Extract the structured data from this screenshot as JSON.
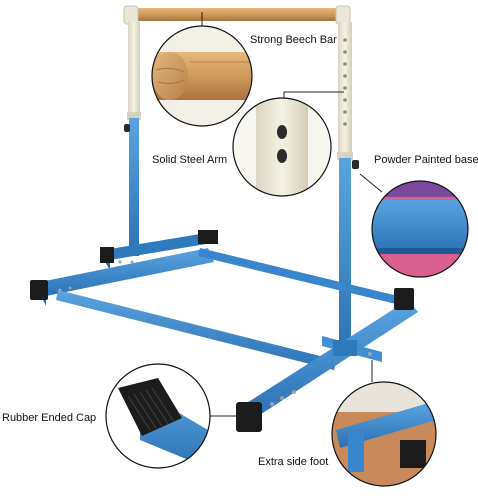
{
  "callouts": {
    "beech_bar": "Strong Beech Bar",
    "steel_arm": "Solid Steel Arm",
    "painted_base": "Powder Painted base",
    "rubber_cap": "Rubber Ended Cap",
    "side_foot": "Extra side foot"
  },
  "colors": {
    "frame_blue": "#3f8fd2",
    "frame_blue_dark": "#2a6aa8",
    "post_cream": "#eeeadb",
    "wood": "#cf9a5c",
    "rubber": "#1c1c1c"
  }
}
